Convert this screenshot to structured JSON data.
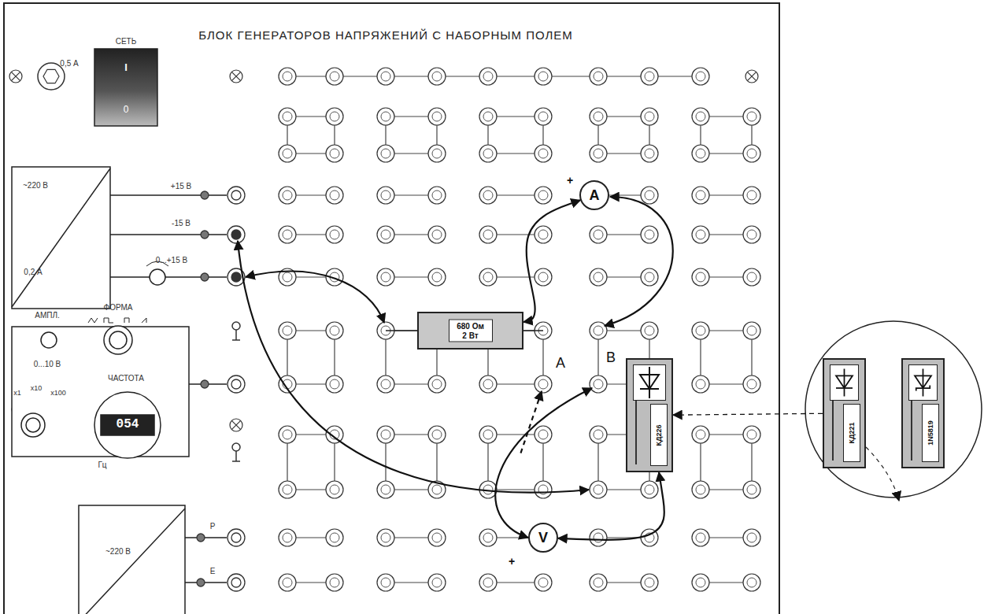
{
  "diagram": {
    "title": "БЛОК ГЕНЕРАТОРОВ НАПРЯЖЕНИЙ С НАБОРНЫМ ПОЛЕМ",
    "nodes": [
      {
        "text": [
          "A"
        ]
      },
      {
        "text": [
          "680 Ом 2 Вт"
        ]
      },
      {
        "text": [
          "КД226"
        ]
      },
      {
        "text": [
          "КД221"
        ]
      },
      {
        "text": [
          "1N5819"
        ]
      },
      {
        "text": [
          "V"
        ]
      }
    ],
    "edges": [
      {
        "from": 0,
        "to": 1,
        "arrow": "both"
      },
      {
        "from": 5,
        "to": 2,
        "arrow": "both"
      },
      {
        "from": 3,
        "to": 2,
        "arrow": "to"
      }
    ],
    "labels": [
      "0,5 А",
      "СЕТЬ",
      "I",
      "0",
      "~220 В",
      "0,2 А",
      "+15 В",
      "-15 В",
      "0...+15 В",
      "АМПЛ.",
      "ФОРМА",
      "0...10 В",
      "ЧАСТОТА",
      "x1",
      "x10",
      "x100",
      "054",
      "Гц",
      "~220 В",
      "Р",
      "Е",
      "+",
      "A",
      "B",
      "+"
    ]
  }
}
